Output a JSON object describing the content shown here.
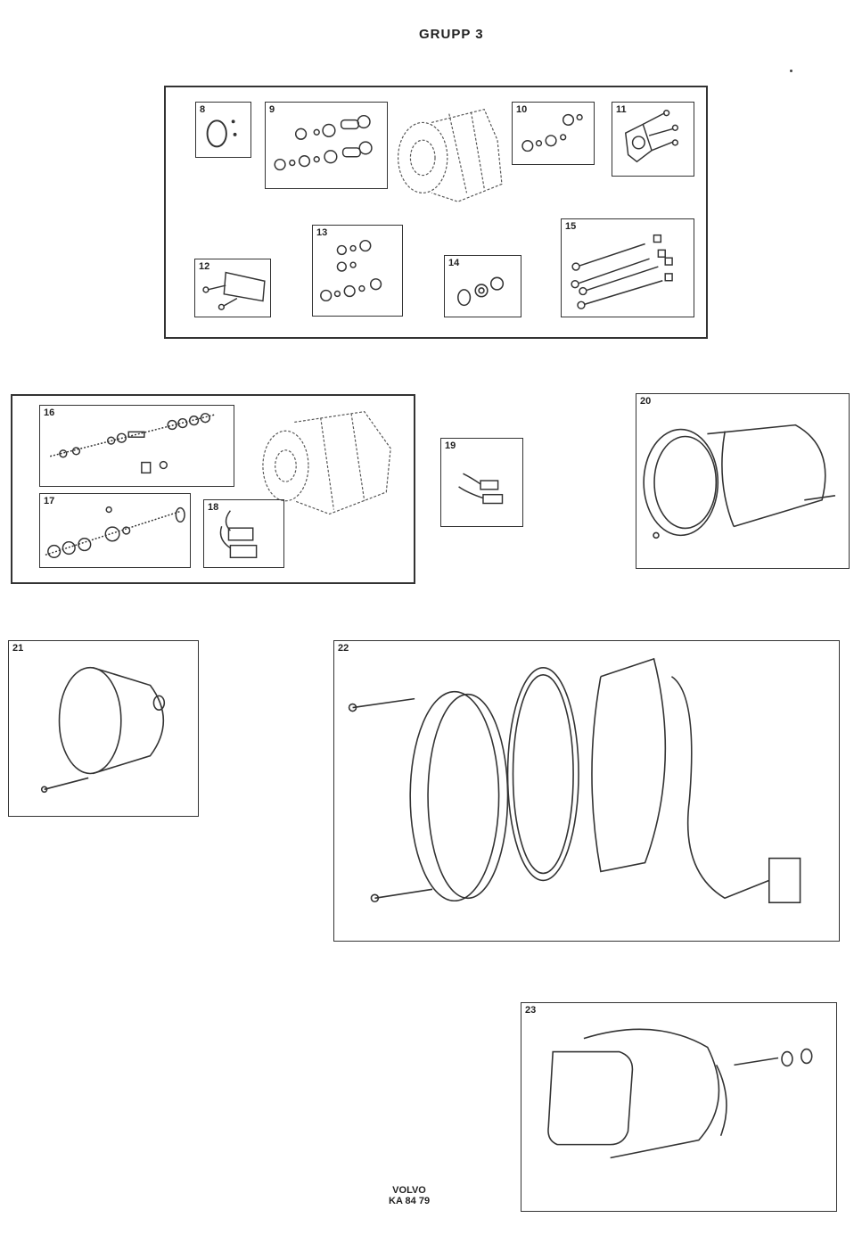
{
  "header": {
    "title": "GRUPP 3"
  },
  "panels": [
    {
      "number": "8"
    },
    {
      "number": "9"
    },
    {
      "number": "10"
    },
    {
      "number": "11"
    },
    {
      "number": "12"
    },
    {
      "number": "13"
    },
    {
      "number": "14"
    },
    {
      "number": "15"
    },
    {
      "number": "16"
    },
    {
      "number": "17"
    },
    {
      "number": "18"
    },
    {
      "number": "19"
    },
    {
      "number": "20"
    },
    {
      "number": "21"
    },
    {
      "number": "22"
    },
    {
      "number": "23"
    }
  ],
  "footer": {
    "brand": "VOLVO",
    "code": "KA 84 79"
  }
}
